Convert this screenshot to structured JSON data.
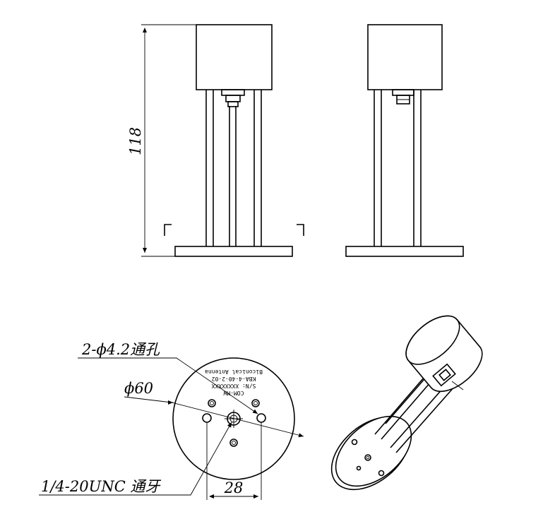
{
  "dimensions": {
    "height": "118",
    "holes": "2-ϕ4.2通孔",
    "diameter": "ϕ60",
    "thread": "1/4-20UNC 通牙",
    "spacing": "28"
  },
  "label_plate": {
    "line1": "COM-MW",
    "line2": "S/N: XXXXXXXX",
    "line3": "KBA-4-40-2-02",
    "line4": "Biconical Antenna"
  }
}
